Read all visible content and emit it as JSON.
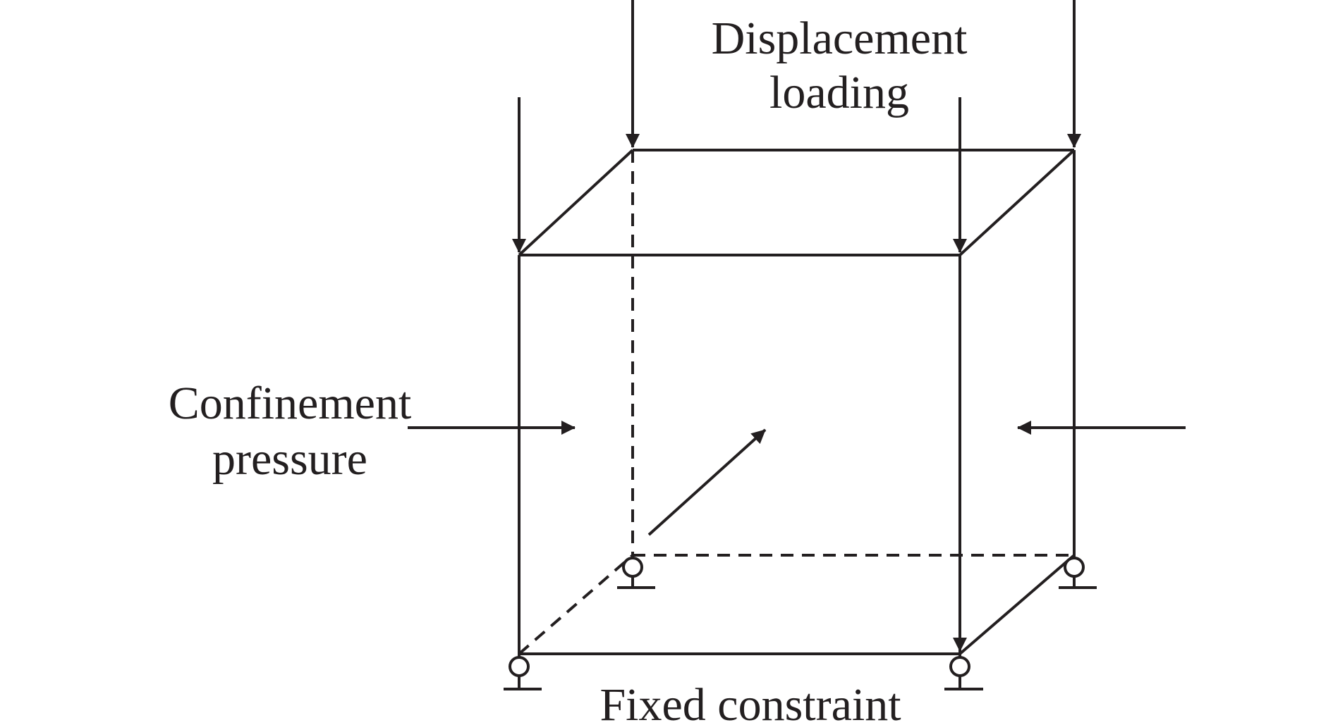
{
  "colors": {
    "stroke": "#231f20",
    "background": "#ffffff"
  },
  "labels": {
    "displacement_line1": "Displacement",
    "displacement_line2": "loading",
    "confinement_line1": "Confinement",
    "confinement_line2": "pressure",
    "fixed": "Fixed constraint"
  }
}
